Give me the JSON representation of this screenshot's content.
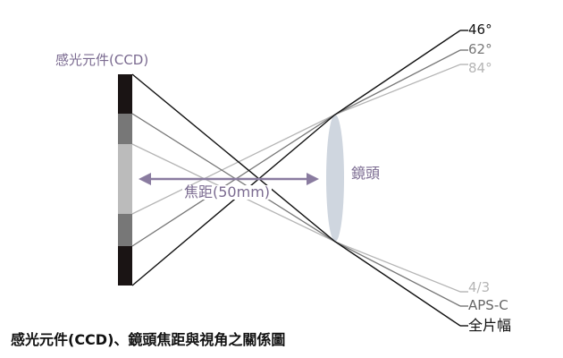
{
  "sensor": {
    "title": "感光元件(CCD)"
  },
  "lens": {
    "label": "鏡頭"
  },
  "focal_length": {
    "label": "焦距(50mm)"
  },
  "view_angles": [
    {
      "label": "46°",
      "color": "#111111"
    },
    {
      "label": "62°",
      "color": "#777777"
    },
    {
      "label": "84°",
      "color": "#b5b5b5"
    }
  ],
  "sensor_formats": [
    {
      "label": "4/3",
      "color": "#b5b5b5"
    },
    {
      "label": "APS-C",
      "color": "#666666"
    },
    {
      "label": "全片幅",
      "color": "#111111"
    }
  ],
  "caption": "感光元件(CCD)、鏡頭焦距與視角之關係圖",
  "colors": {
    "accent": "#7a6a90",
    "lens": "#cfd6df",
    "arrow": "#8a7ca0"
  }
}
